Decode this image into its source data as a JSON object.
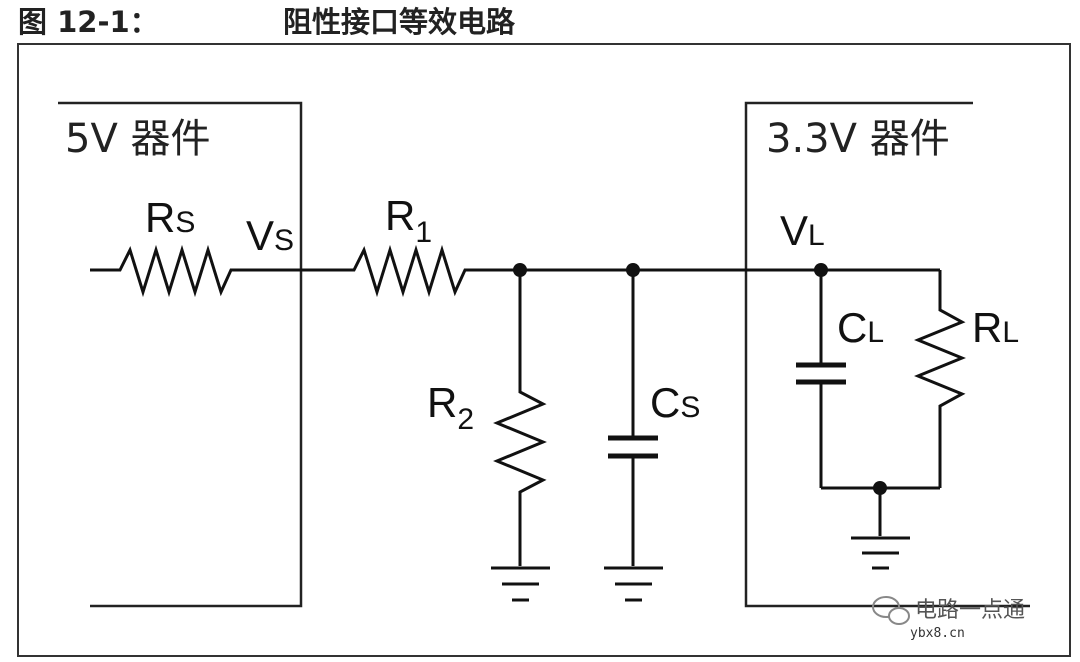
{
  "figure": {
    "number": "图 12-1：",
    "title": "阻性接口等效电路"
  },
  "devices": {
    "left": "5V 器件",
    "right": "3.3V 器件"
  },
  "components": {
    "rs": {
      "main": "R",
      "sub": "S"
    },
    "vs": {
      "main": "V",
      "sub": "S"
    },
    "r1": {
      "main": "R",
      "sub": "1"
    },
    "r2": {
      "main": "R",
      "sub": "2"
    },
    "cs": {
      "main": "C",
      "sub": "S"
    },
    "vl": {
      "main": "V",
      "sub": "L"
    },
    "cl": {
      "main": "C",
      "sub": "L"
    },
    "rl": {
      "main": "R",
      "sub": "L"
    }
  },
  "watermark": {
    "name": "电路一点通",
    "site": "ybx8.cn"
  }
}
